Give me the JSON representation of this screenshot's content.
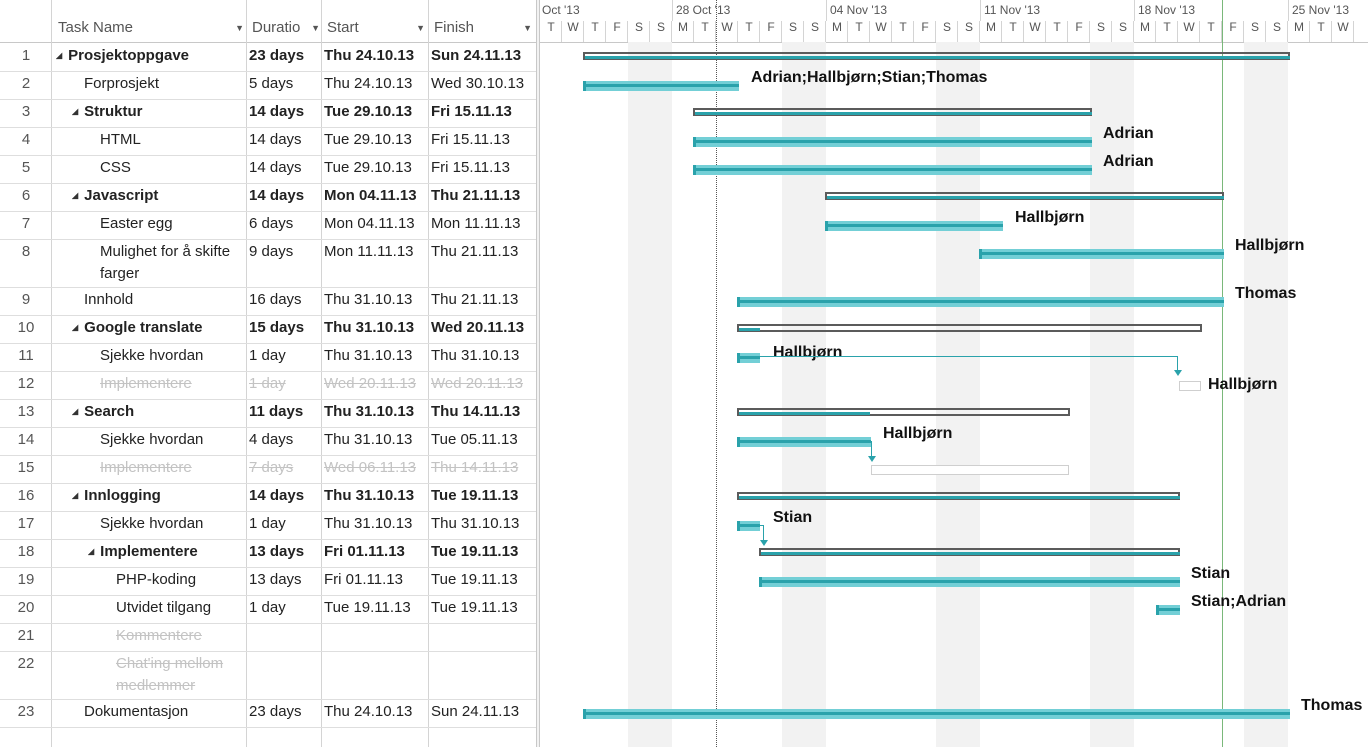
{
  "columns": {
    "task_name": "Task Name",
    "duration": "Duratio",
    "start": "Start",
    "finish": "Finish"
  },
  "timescale": {
    "weeks": [
      "Oct '13",
      "28 Oct '13",
      "04 Nov '13",
      "11 Nov '13",
      "18 Nov '13",
      "25 Nov '13"
    ],
    "day_letters": [
      "T",
      "W",
      "T",
      "F",
      "S",
      "S",
      "M",
      "T",
      "W",
      "T",
      "F",
      "S",
      "S",
      "M",
      "T",
      "W",
      "T",
      "F",
      "S",
      "S",
      "M",
      "T",
      "W",
      "T",
      "F",
      "S",
      "S",
      "M",
      "T",
      "W",
      "T",
      "F",
      "S",
      "S",
      "M",
      "T",
      "W"
    ]
  },
  "tasks": [
    {
      "id": "1",
      "name": "Prosjektoppgave",
      "duration": "23 days",
      "start": "Thu 24.10.13",
      "finish": "Sun 24.11.13",
      "summary": true,
      "indent": 0
    },
    {
      "id": "2",
      "name": "Forprosjekt",
      "duration": "5 days",
      "start": "Thu 24.10.13",
      "finish": "Wed 30.10.13",
      "indent": 1,
      "resource": "Adrian;Hallbjørn;Stian;Thomas"
    },
    {
      "id": "3",
      "name": "Struktur",
      "duration": "14 days",
      "start": "Tue 29.10.13",
      "finish": "Fri 15.11.13",
      "summary": true,
      "indent": 1
    },
    {
      "id": "4",
      "name": "HTML",
      "duration": "14 days",
      "start": "Tue 29.10.13",
      "finish": "Fri 15.11.13",
      "indent": 2,
      "resource": "Adrian"
    },
    {
      "id": "5",
      "name": "CSS",
      "duration": "14 days",
      "start": "Tue 29.10.13",
      "finish": "Fri 15.11.13",
      "indent": 2,
      "resource": "Adrian"
    },
    {
      "id": "6",
      "name": "Javascript",
      "duration": "14 days",
      "start": "Mon 04.11.13",
      "finish": "Thu 21.11.13",
      "summary": true,
      "indent": 1
    },
    {
      "id": "7",
      "name": "Easter egg",
      "duration": "6 days",
      "start": "Mon 04.11.13",
      "finish": "Mon 11.11.13",
      "indent": 2,
      "resource": "Hallbjørn"
    },
    {
      "id": "8",
      "name": "Mulighet for å skifte farger",
      "duration": "9 days",
      "start": "Mon 11.11.13",
      "finish": "Thu 21.11.13",
      "indent": 2,
      "resource": "Hallbjørn"
    },
    {
      "id": "9",
      "name": "Innhold",
      "duration": "16 days",
      "start": "Thu 31.10.13",
      "finish": "Thu 21.11.13",
      "indent": 1,
      "resource": "Thomas"
    },
    {
      "id": "10",
      "name": "Google translate",
      "duration": "15 days",
      "start": "Thu 31.10.13",
      "finish": "Wed 20.11.13",
      "summary": true,
      "indent": 1
    },
    {
      "id": "11",
      "name": "Sjekke hvordan",
      "duration": "1 day",
      "start": "Thu 31.10.13",
      "finish": "Thu 31.10.13",
      "indent": 2,
      "resource": "Hallbjørn"
    },
    {
      "id": "12",
      "name": "Implementere",
      "duration": "1 day",
      "start": "Wed 20.11.13",
      "finish": "Wed 20.11.13",
      "indent": 2,
      "inactive": true,
      "resource": "Hallbjørn"
    },
    {
      "id": "13",
      "name": "Search",
      "duration": "11 days",
      "start": "Thu 31.10.13",
      "finish": "Thu 14.11.13",
      "summary": true,
      "indent": 1
    },
    {
      "id": "14",
      "name": "Sjekke hvordan",
      "duration": "4 days",
      "start": "Thu 31.10.13",
      "finish": "Tue 05.11.13",
      "indent": 2,
      "resource": "Hallbjørn"
    },
    {
      "id": "15",
      "name": "Implementere",
      "duration": "7 days",
      "start": "Wed 06.11.13",
      "finish": "Thu 14.11.13",
      "indent": 2,
      "inactive": true
    },
    {
      "id": "16",
      "name": "Innlogging",
      "duration": "14 days",
      "start": "Thu 31.10.13",
      "finish": "Tue 19.11.13",
      "summary": true,
      "indent": 1
    },
    {
      "id": "17",
      "name": "Sjekke hvordan",
      "duration": "1 day",
      "start": "Thu 31.10.13",
      "finish": "Thu 31.10.13",
      "indent": 2,
      "resource": "Stian"
    },
    {
      "id": "18",
      "name": "Implementere",
      "duration": "13 days",
      "start": "Fri 01.11.13",
      "finish": "Tue 19.11.13",
      "summary": true,
      "indent": 2
    },
    {
      "id": "19",
      "name": "PHP-koding",
      "duration": "13 days",
      "start": "Fri 01.11.13",
      "finish": "Tue 19.11.13",
      "indent": 3,
      "resource": "Stian"
    },
    {
      "id": "20",
      "name": "Utvidet tilgang",
      "duration": "1 day",
      "start": "Tue 19.11.13",
      "finish": "Tue 19.11.13",
      "indent": 3,
      "resource": "Stian;Adrian"
    },
    {
      "id": "21",
      "name": "Kommentere",
      "duration": "",
      "start": "",
      "finish": "",
      "indent": 3,
      "inactive": true
    },
    {
      "id": "22",
      "name": "Chat'ing mellom medlemmer",
      "duration": "",
      "start": "",
      "finish": "",
      "indent": 3,
      "inactive": true
    },
    {
      "id": "23",
      "name": "Dokumentasjon",
      "duration": "23 days",
      "start": "Thu 24.10.13",
      "finish": "Sun 24.11.13",
      "indent": 1,
      "resource": "Thomas"
    }
  ],
  "colors": {
    "bar": "#73cfd6",
    "bar_progress": "#2aa2ab",
    "summary": "#5b5b5b",
    "weekend": "#f2f2f2"
  }
}
